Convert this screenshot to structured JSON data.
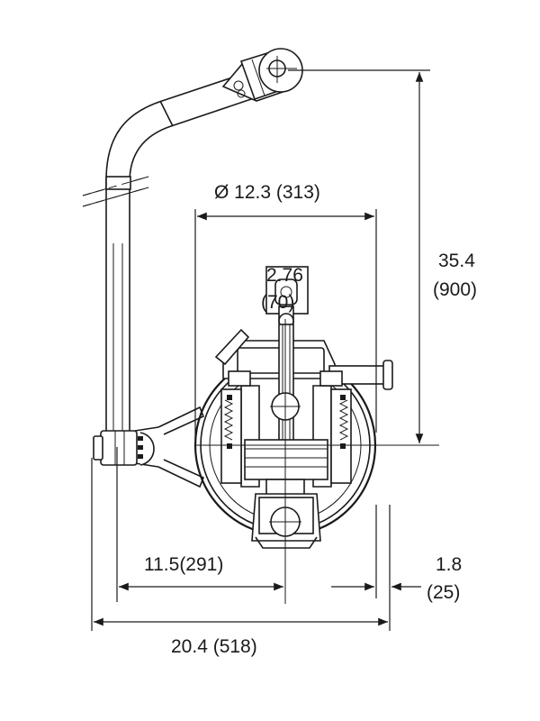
{
  "diagram": {
    "dimensions": {
      "diameter": "Ø 12.3 (313)",
      "height_in": "35.4",
      "height_mm": "(900)",
      "offset": "11.5(291)",
      "gap_in": "1.8",
      "gap_mm": "(25)",
      "overall_width": "20.4 (518)",
      "small_label_top": "2.76",
      "small_label_bottom": "(70)"
    }
  }
}
